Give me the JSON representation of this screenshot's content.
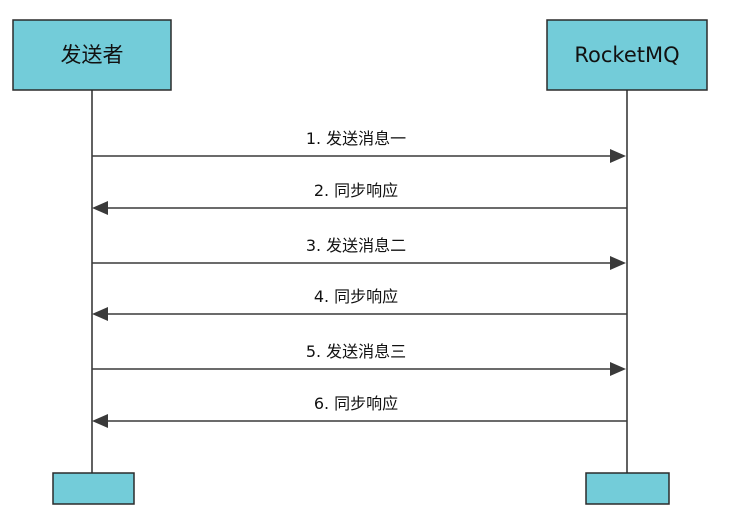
{
  "participants": [
    {
      "id": "sender",
      "label": "发送者"
    },
    {
      "id": "rocketmq",
      "label": "RocketMQ"
    }
  ],
  "messages": [
    {
      "from": "sender",
      "to": "rocketmq",
      "label": "1. 发送消息一"
    },
    {
      "from": "rocketmq",
      "to": "sender",
      "label": "2. 同步响应"
    },
    {
      "from": "sender",
      "to": "rocketmq",
      "label": "3. 发送消息二"
    },
    {
      "from": "rocketmq",
      "to": "sender",
      "label": "4. 同步响应"
    },
    {
      "from": "sender",
      "to": "rocketmq",
      "label": "5. 发送消息三"
    },
    {
      "from": "rocketmq",
      "to": "sender",
      "label": "6. 同步响应"
    }
  ],
  "colors": {
    "participant_fill": "#73ccd9",
    "line": "#3a3a3a"
  }
}
